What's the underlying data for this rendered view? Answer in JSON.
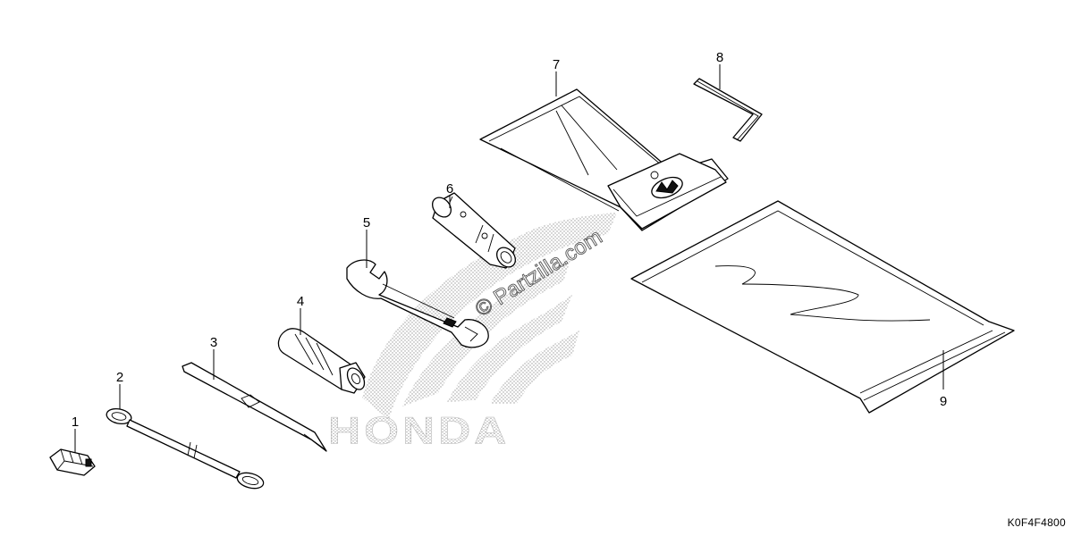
{
  "diagram": {
    "drawing_code": "K0F4F4800",
    "watermark_brand": "HONDA",
    "watermark_site": "© Partzilla.com",
    "callouts": [
      {
        "id": "1",
        "label": "1"
      },
      {
        "id": "2",
        "label": "2"
      },
      {
        "id": "3",
        "label": "3"
      },
      {
        "id": "4",
        "label": "4"
      },
      {
        "id": "5",
        "label": "5"
      },
      {
        "id": "6",
        "label": "6"
      },
      {
        "id": "7",
        "label": "7"
      },
      {
        "id": "8",
        "label": "8"
      },
      {
        "id": "9",
        "label": "9"
      }
    ]
  }
}
